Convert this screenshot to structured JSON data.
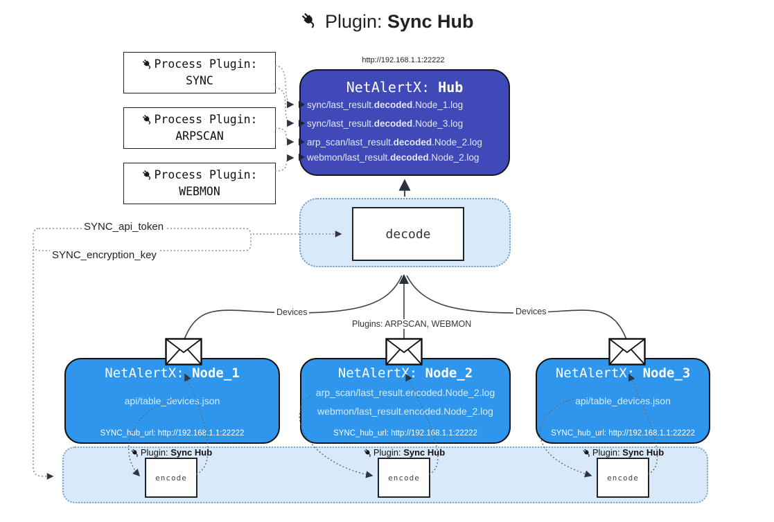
{
  "title": {
    "prefix": "Plugin: ",
    "bold": "Sync Hub"
  },
  "process_plugins": [
    {
      "line1": "Process Plugin:",
      "line2": "SYNC"
    },
    {
      "line1": "Process Plugin:",
      "line2": "ARPSCAN"
    },
    {
      "line1": "Process Plugin:",
      "line2": "WEBMON"
    }
  ],
  "hub": {
    "url": "http://192.168.1.1:22222",
    "title_prefix": "NetAlertX: ",
    "title_bold": "Hub",
    "files": [
      {
        "pre": "sync/last_result.",
        "bold": "decoded",
        "post": ".Node_1.log"
      },
      {
        "pre": "sync/last_result.",
        "bold": "decoded",
        "post": ".Node_3.log"
      },
      {
        "pre": "arp_scan/last_result.",
        "bold": "decoded",
        "post": ".Node_2.log"
      },
      {
        "pre": "webmon/last_result.",
        "bold": "decoded",
        "post": ".Node_2.log"
      }
    ]
  },
  "decode": {
    "label": "decode"
  },
  "secrets": {
    "api_token": "SYNC_api_token",
    "encryption_key": "SYNC_encryption_key"
  },
  "edges": {
    "devices_left": "Devices",
    "plugins_mid": "Plugins: ARPSCAN, WEBMON",
    "devices_right": "Devices"
  },
  "nodes": [
    {
      "title_prefix": "NetAlertX: ",
      "title_bold": "Node_1",
      "files": [
        "api/table_devices.json"
      ],
      "hub_url": "SYNC_hub_url: http://192.168.1.1:22222"
    },
    {
      "title_prefix": "NetAlertX: ",
      "title_bold": "Node_2",
      "files": [
        "arp_scan/last_result.encoded.Node_2.log",
        "webmon/last_result.encoded.Node_2.log"
      ],
      "hub_url": "SYNC_hub_url: http://192.168.1.1:22222"
    },
    {
      "title_prefix": "NetAlertX: ",
      "title_bold": "Node_3",
      "files": [
        "api/table_devices.json"
      ],
      "hub_url": "SYNC_hub_url: http://192.168.1.1:22222"
    }
  ],
  "encoders": [
    {
      "label_prefix": "Plugin: ",
      "label_bold": "Sync Hub",
      "box_label": "encode"
    },
    {
      "label_prefix": "Plugin: ",
      "label_bold": "Sync Hub",
      "box_label": "encode"
    },
    {
      "label_prefix": "Plugin: ",
      "label_bold": "Sync Hub",
      "box_label": "encode"
    }
  ],
  "colors": {
    "hub-blue": "#3f4ab8",
    "node-blue": "#2e96ec",
    "panel-blue": "#d8e9f9",
    "panel-border": "#6f9cc7",
    "line-dark": "#3c4048"
  }
}
